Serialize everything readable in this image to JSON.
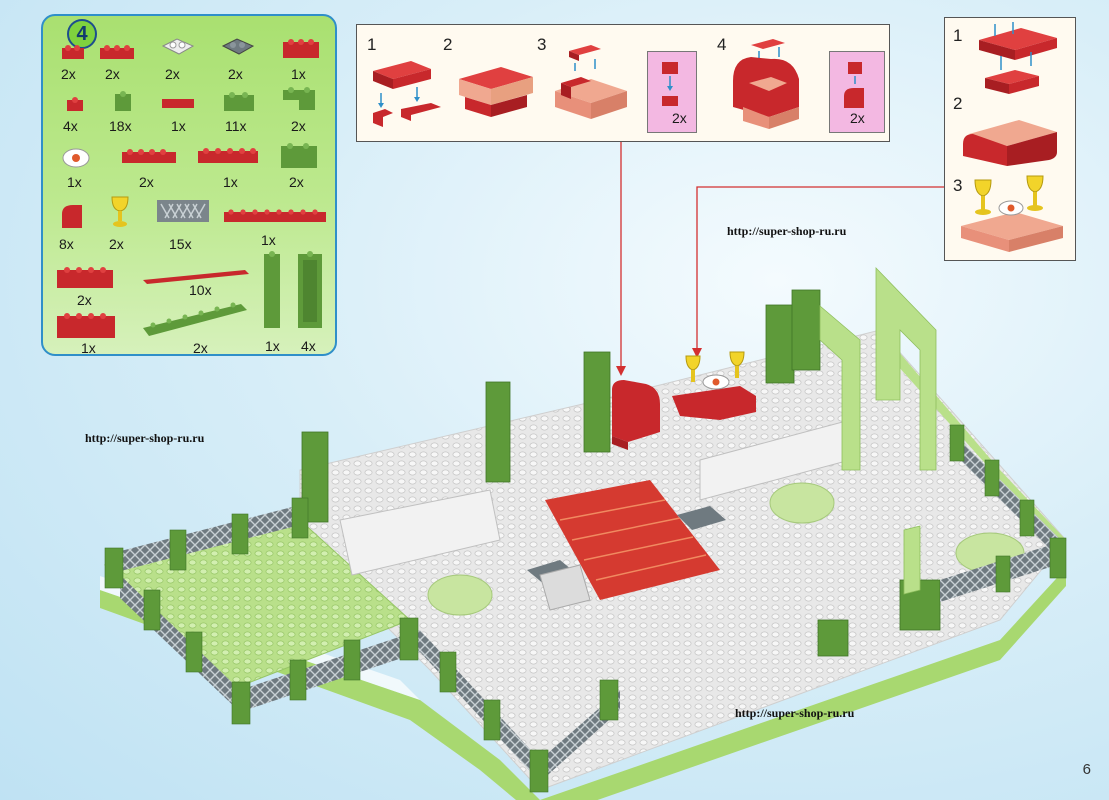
{
  "page": {
    "step_number": "4",
    "page_number": "6"
  },
  "parts_list": {
    "quantities": [
      "2x",
      "2x",
      "2x",
      "2x",
      "1x",
      "4x",
      "18x",
      "1x",
      "11x",
      "2x",
      "1x",
      "2x",
      "1x",
      "2x",
      "8x",
      "2x",
      "15x",
      "1x",
      "2x",
      "10x",
      "1x",
      "2x",
      "1x",
      "4x"
    ]
  },
  "sub_assembly_main": {
    "steps": [
      "1",
      "2",
      "3",
      "4"
    ],
    "callouts": [
      "2x",
      "2x"
    ]
  },
  "sub_assembly_side": {
    "steps": [
      "1",
      "2",
      "3"
    ]
  },
  "watermarks": [
    "http://super-shop-ru.ru",
    "http://super-shop-ru.ru",
    "http://super-shop-ru.ru"
  ],
  "colors": {
    "red_brick": "#c8282c",
    "dark_green": "#5e9a3a",
    "lime": "#b9e08a",
    "light_gray": "#e6e6e6",
    "dark_gray": "#6f7a80",
    "salmon": "#f0a890",
    "callout_line": "#d33030",
    "panel_border": "#2f8fc9"
  },
  "icons": [
    "red-brick-icon",
    "green-brick-icon",
    "gray-plate-icon",
    "fence-icon",
    "goblet-icon",
    "plate-icon",
    "column-icon"
  ]
}
